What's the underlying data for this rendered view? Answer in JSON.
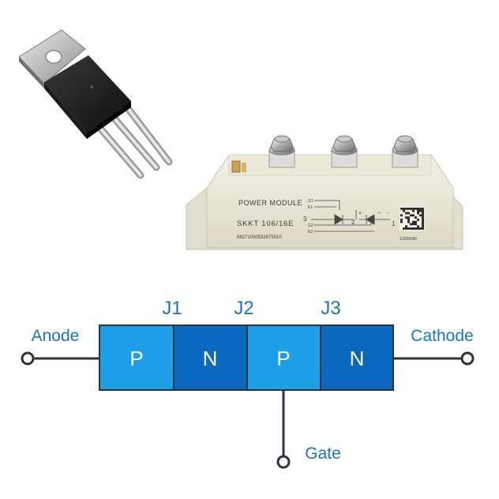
{
  "colors": {
    "accent": "#1a73c7",
    "p_region": "#1e9fe8",
    "n_region": "#0b68be",
    "wire": "#2b3340",
    "terminal_label": "#1a73c7",
    "junction_label": "#1a73c7"
  },
  "device_photos": {
    "to220": {
      "icon": "to220-thyristor-package-icon"
    },
    "power_module": {
      "icon": "power-module-icon",
      "heading": "POWER MODULE",
      "part_number": "SKKT 106/16E",
      "serial": "06271000532675510",
      "code": "110919R",
      "pin_labels": [
        "G1",
        "K1",
        "G2",
        "K2"
      ],
      "terminal_numbers": [
        "3",
        "2",
        "1"
      ],
      "polarity_marks": [
        "+",
        "~",
        "-"
      ]
    }
  },
  "structure": {
    "regions": [
      {
        "label": "P",
        "type": "P"
      },
      {
        "label": "N",
        "type": "N"
      },
      {
        "label": "P",
        "type": "P"
      },
      {
        "label": "N",
        "type": "N"
      }
    ],
    "junctions": [
      "J1",
      "J2",
      "J3"
    ],
    "terminals": {
      "anode": "Anode",
      "cathode": "Cathode",
      "gate": "Gate"
    }
  }
}
